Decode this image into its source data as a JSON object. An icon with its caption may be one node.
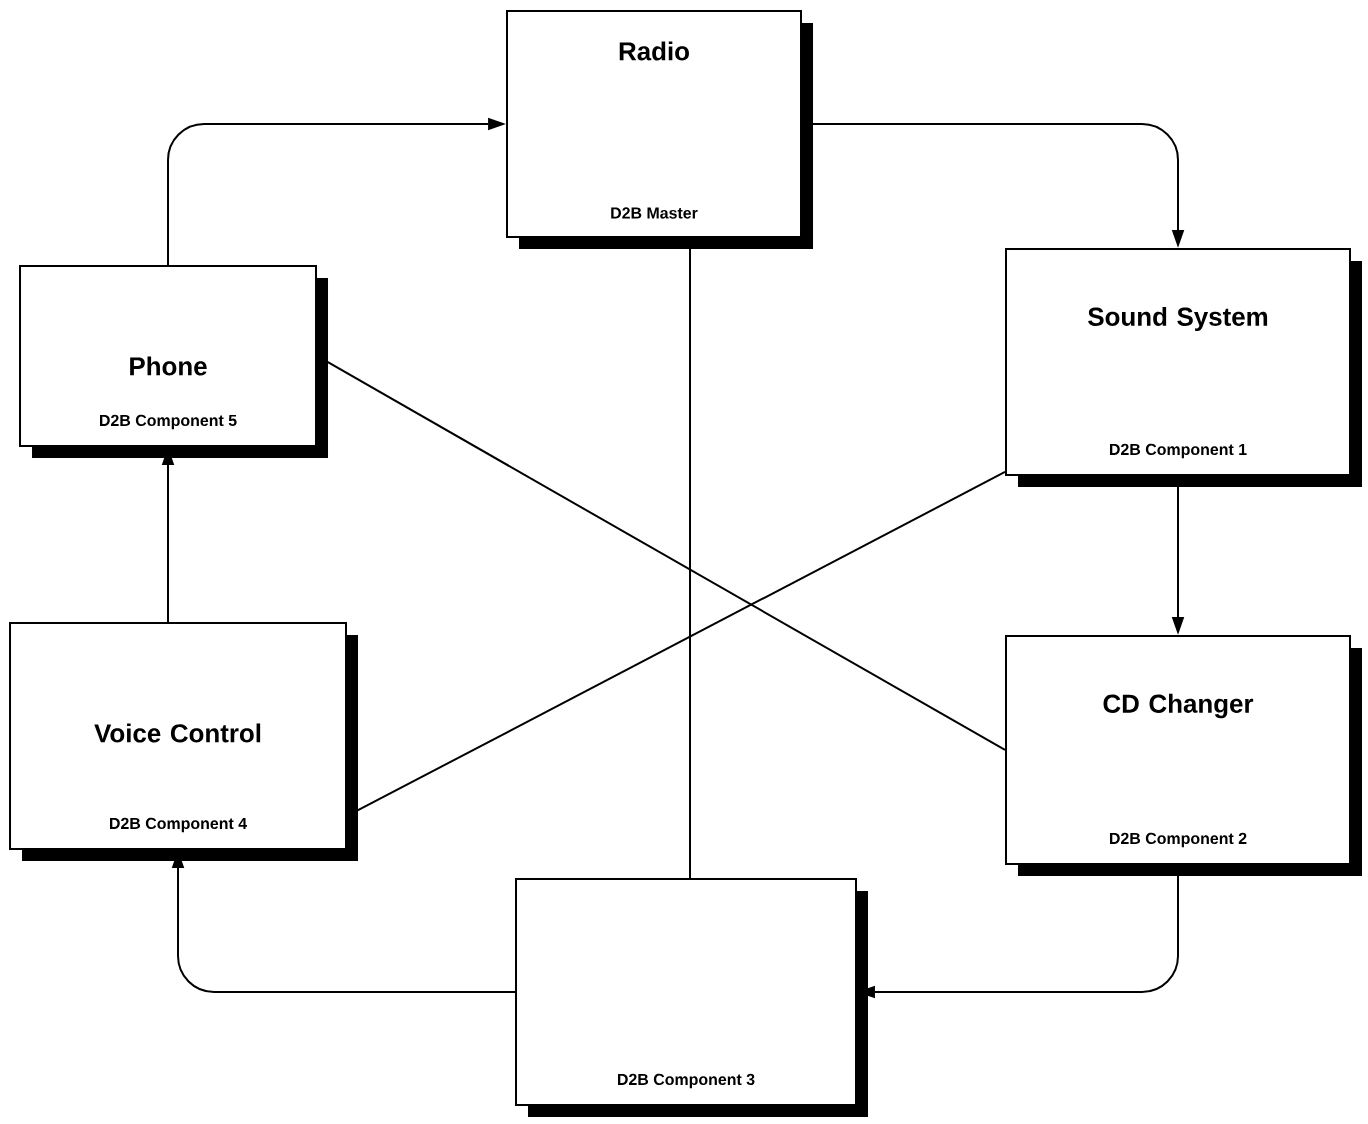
{
  "diagram": {
    "nodes": [
      {
        "text": [
          "Radio",
          "D2B Master"
        ]
      },
      {
        "text": [
          "Phone",
          "D2B Component 5"
        ]
      },
      {
        "text": [
          "Sound System",
          "D2B Component 1"
        ]
      },
      {
        "text": [
          "Voice Control",
          "D2B Component 4"
        ]
      },
      {
        "text": [
          "CD Changer",
          "D2B Component 2"
        ]
      },
      {
        "text": [
          "D2B Component 3"
        ]
      }
    ],
    "edges": [
      {
        "from": 1,
        "to": 0,
        "arrow": "to"
      },
      {
        "from": 0,
        "to": 2,
        "arrow": "to"
      },
      {
        "from": 2,
        "to": 4,
        "arrow": "to"
      },
      {
        "from": 4,
        "to": 5,
        "arrow": "to"
      },
      {
        "from": 5,
        "to": 3,
        "arrow": "to"
      },
      {
        "from": 3,
        "to": 1,
        "arrow": "to"
      },
      {
        "from": 0,
        "to": 5,
        "arrow": "none"
      },
      {
        "from": 1,
        "to": 4,
        "arrow": "none"
      },
      {
        "from": 2,
        "to": 3,
        "arrow": "none"
      }
    ]
  }
}
